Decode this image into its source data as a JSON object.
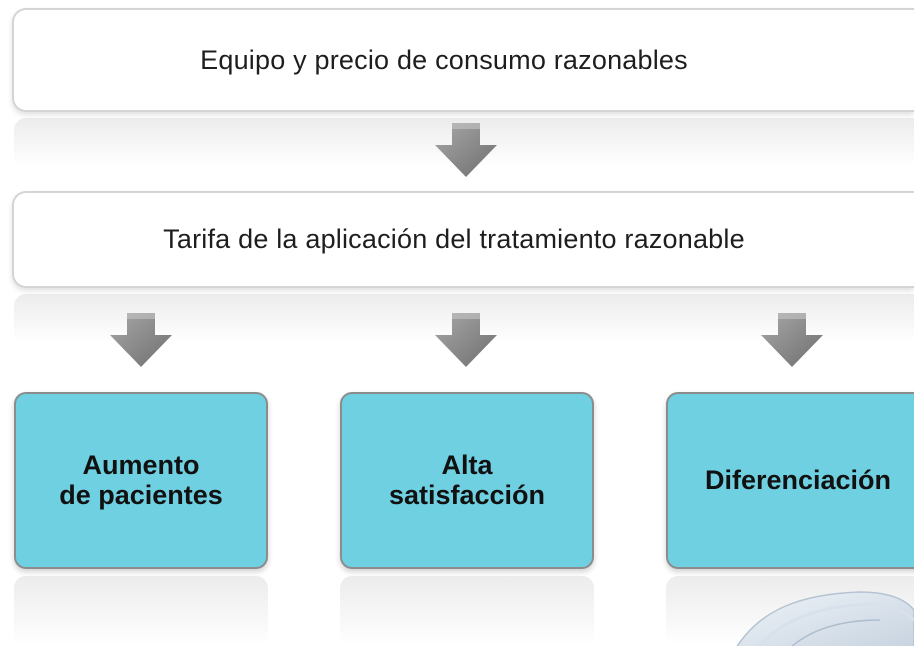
{
  "diagram": {
    "top_box": {
      "text": "Equipo y precio de consumo razonables"
    },
    "middle_box": {
      "text": "Tarifa de la aplicación del tratamiento razonable"
    },
    "outcomes": [
      {
        "line1": "Aumento",
        "line2": "de pacientes"
      },
      {
        "line1": "Alta",
        "line2": "satisfacción"
      },
      {
        "line1": "Diferenciación",
        "line2": ""
      }
    ],
    "colors": {
      "outcome_fill": "#6fd0e2",
      "box_border": "#d4d4d4",
      "arrow": "#8a8a8a"
    },
    "icons": {
      "arrows": "down-arrow-icon",
      "device": "device-image"
    }
  }
}
